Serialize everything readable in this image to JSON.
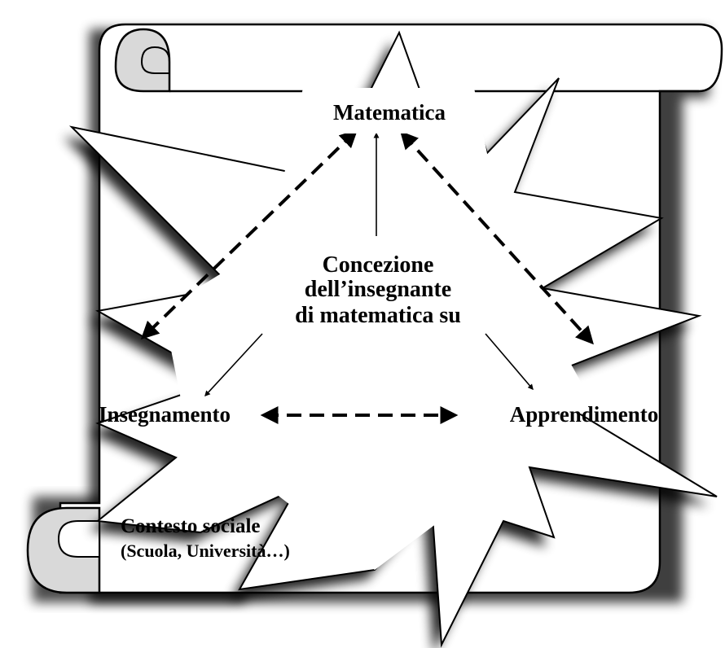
{
  "nodes": {
    "top": "Matematica",
    "left": "Insegnamento",
    "right": "Apprendimento"
  },
  "center": {
    "line1": "Concezione",
    "line2": "dell’insegnante",
    "line3": "di matematica su"
  },
  "context": {
    "line1": "Contesto sociale",
    "line2": "(Scuola, Università…)"
  },
  "colors": {
    "ink": "#000000",
    "paper": "#ffffff",
    "curl_fill": "#d9d9d9",
    "shadow": "#000000"
  },
  "icons": [
    "scroll-frame",
    "starburst-shape",
    "dashed-double-arrow",
    "solid-arrow"
  ]
}
